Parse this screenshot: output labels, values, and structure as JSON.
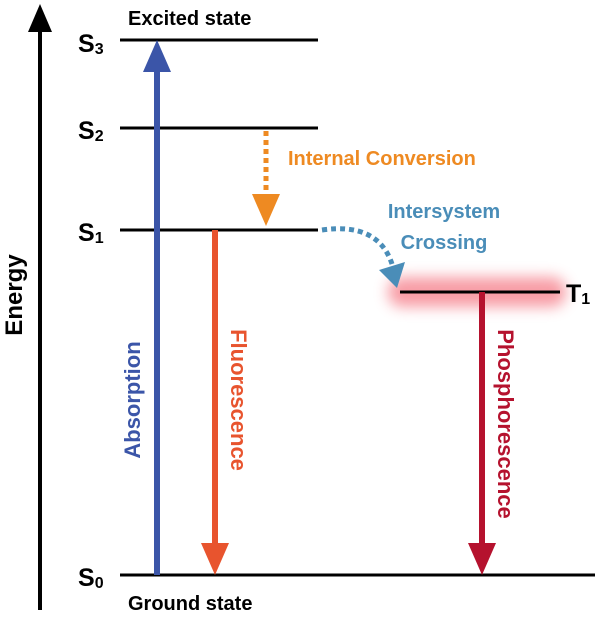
{
  "diagram": {
    "axis_label": "Energy",
    "levels": {
      "s3": "S3",
      "s2": "S2",
      "s1": "S1",
      "s0": "S0",
      "t1": "T1"
    },
    "state_labels": {
      "excited": "Excited state",
      "ground": "Ground state"
    },
    "processes": {
      "absorption": "Absorption",
      "fluorescence": "Fluorescence",
      "phosphorescence": "Phosphorescence",
      "internal_conversion": "Internal Conversion",
      "intersystem_line1": "Intersystem",
      "intersystem_line2": "Crossing"
    },
    "colors": {
      "absorption": "#3B55A8",
      "fluorescence": "#E8542E",
      "phosphorescence": "#B5122E",
      "internal_conversion": "#EE8A22",
      "intersystem": "#4A8DB8",
      "t1_glow": "#F35C6A",
      "lines": "#000000"
    }
  }
}
